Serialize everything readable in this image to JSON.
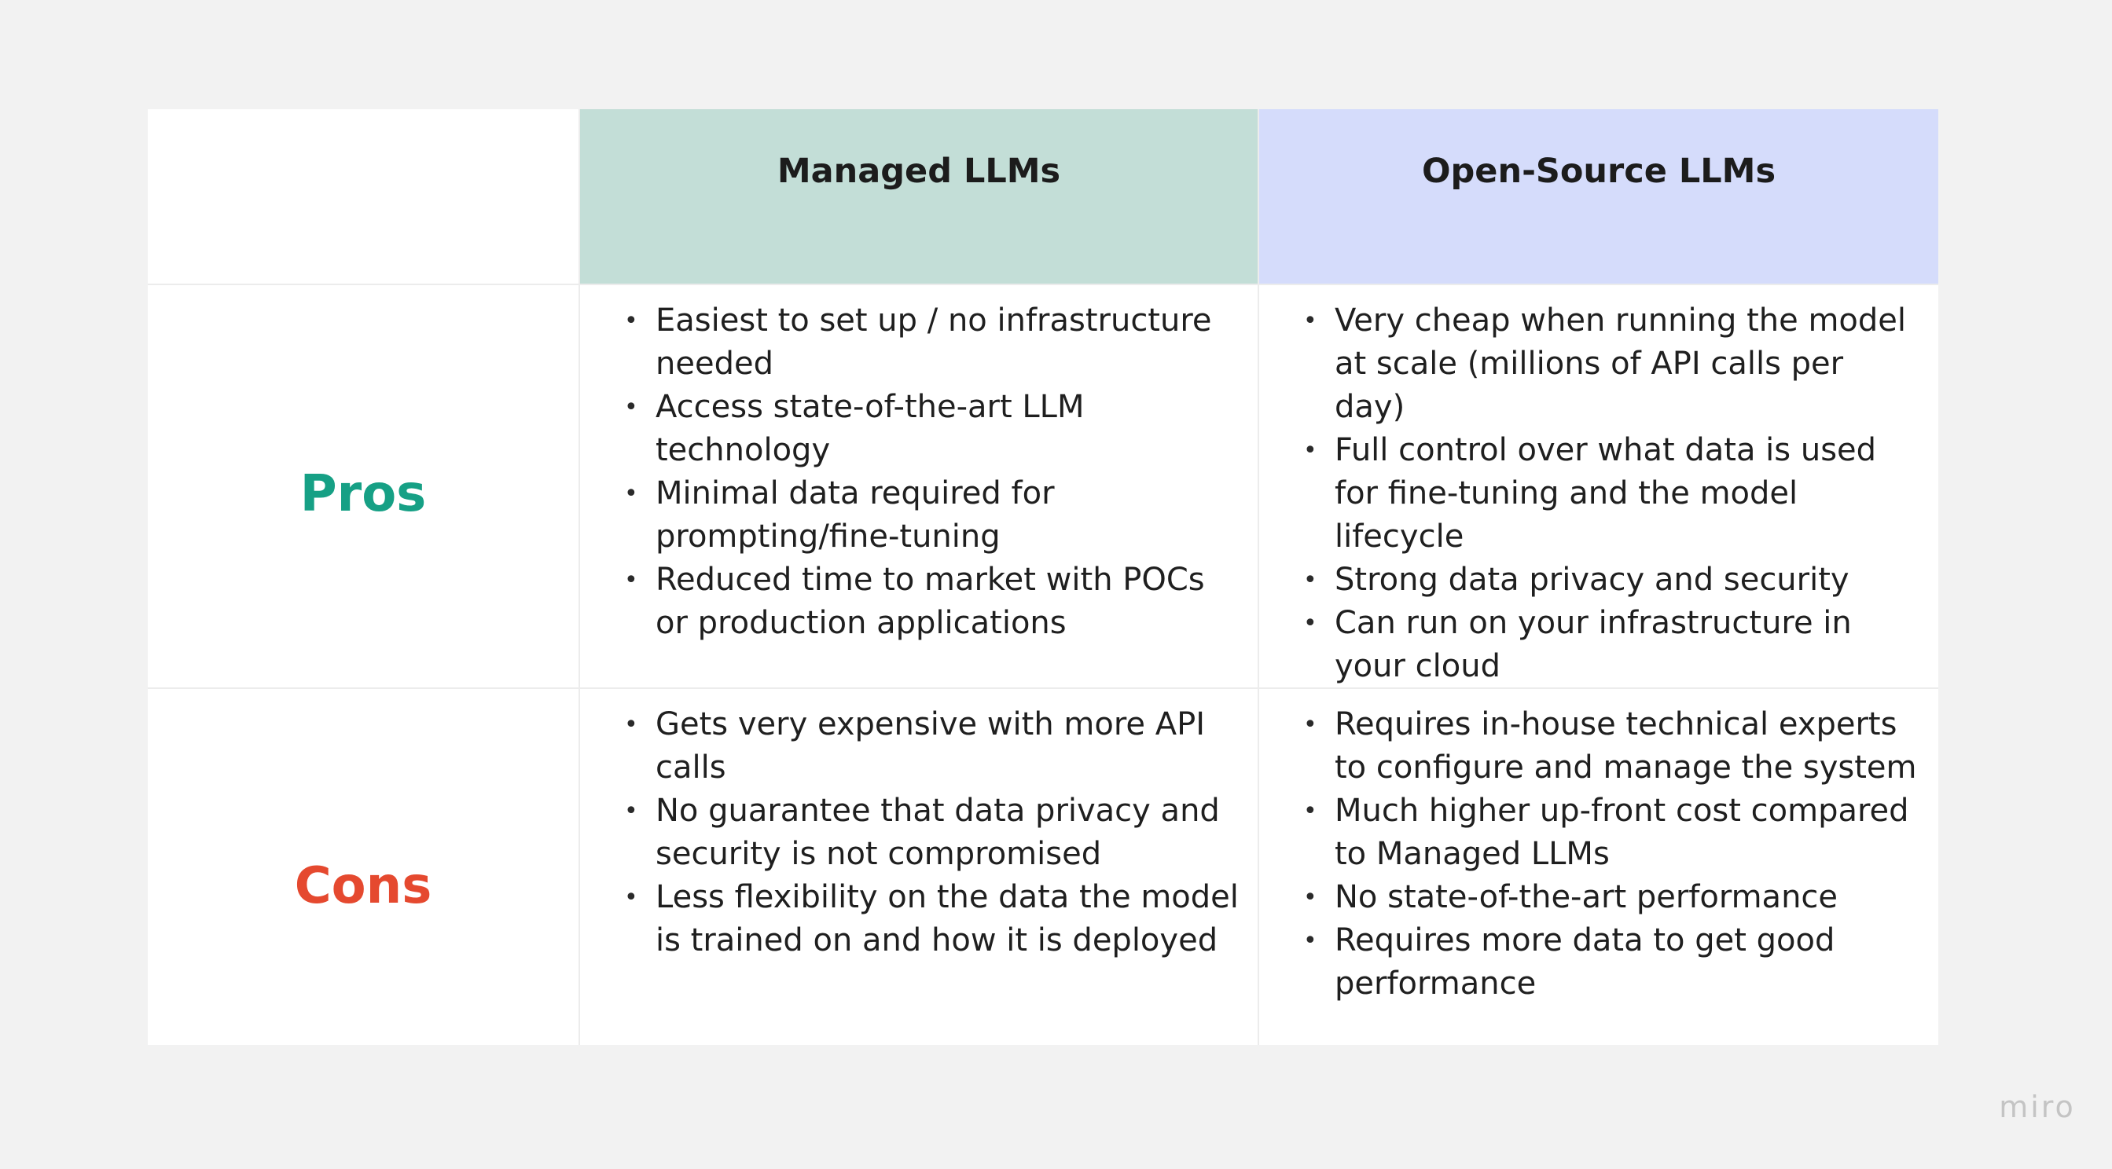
{
  "table": {
    "columns": [
      "Managed LLMs",
      "Open-Source LLMs"
    ],
    "rows": [
      {
        "label": "Pros",
        "managed": [
          "Easiest to set up / no infrastructure needed",
          "Access state-of-the-art LLM technology",
          "Minimal data required for prompting/fine-tuning",
          "Reduced time to market with POCs or production applications"
        ],
        "open_source": [
          "Very cheap when running the model at scale (millions of API calls per day)",
          "Full control over what data is used for fine-tuning and the model lifecycle",
          "Strong data privacy and security",
          "Can run on your infrastructure in your cloud"
        ]
      },
      {
        "label": "Cons",
        "managed": [
          "Gets very expensive with more API calls",
          "No guarantee that data privacy and security is not compromised",
          "Less flexibility on the data the model is trained on and how it is deployed"
        ],
        "open_source": [
          "Requires in-house technical experts to configure and manage the system",
          "Much higher up-front cost compared to Managed LLMs",
          "No state-of-the-art performance",
          "Requires more data to get good performance"
        ]
      }
    ]
  },
  "colors": {
    "managed_header_bg": "#c3ded7",
    "open_source_header_bg": "#d5dcfb",
    "pros_label": "#16a085",
    "cons_label": "#e5492f",
    "background": "#f2f2f2"
  },
  "watermark": "miro"
}
